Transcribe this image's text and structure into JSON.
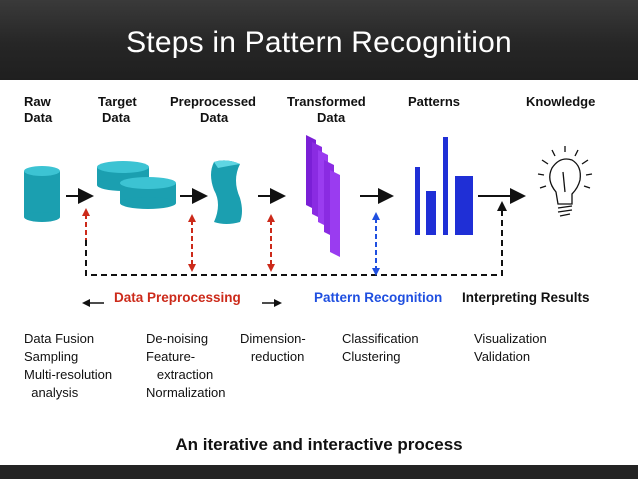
{
  "title": "Steps in Pattern Recognition",
  "stages": [
    {
      "line1": "Raw",
      "line2": "Data"
    },
    {
      "line1": "Target",
      "line2": "Data"
    },
    {
      "line1": "Preprocessed",
      "line2": "Data"
    },
    {
      "line1": "Transformed",
      "line2": "Data"
    },
    {
      "line1": "Patterns",
      "line2": ""
    },
    {
      "line1": "Knowledge",
      "line2": ""
    }
  ],
  "phases": {
    "preprocessing": "Data Preprocessing",
    "recognition": "Pattern Recognition",
    "interpreting": "Interpreting Results"
  },
  "methods": {
    "col1": [
      "Data Fusion",
      "Sampling",
      "Multi-resolution",
      "  analysis"
    ],
    "col2": [
      "De-noising",
      "Feature-",
      "   extraction",
      "Normalization"
    ],
    "col3": [
      "Dimension-",
      "   reduction"
    ],
    "col4": [
      "Classification",
      "Clustering"
    ],
    "col5": [
      "Visualization",
      "Validation"
    ]
  },
  "caption": "An iterative and interactive process",
  "colors": {
    "cyan": "#1b9fb0",
    "purple": "#8a2be2",
    "blue": "#1f2fd6",
    "red": "#cc2a1a",
    "recognition_blue": "#1f4fe0"
  },
  "icons": [
    "database-cylinder-icon",
    "target-data-cylinders-icon",
    "preprocessed-wave-icon",
    "transformed-stack-icon",
    "patterns-bars-icon",
    "lightbulb-icon"
  ]
}
